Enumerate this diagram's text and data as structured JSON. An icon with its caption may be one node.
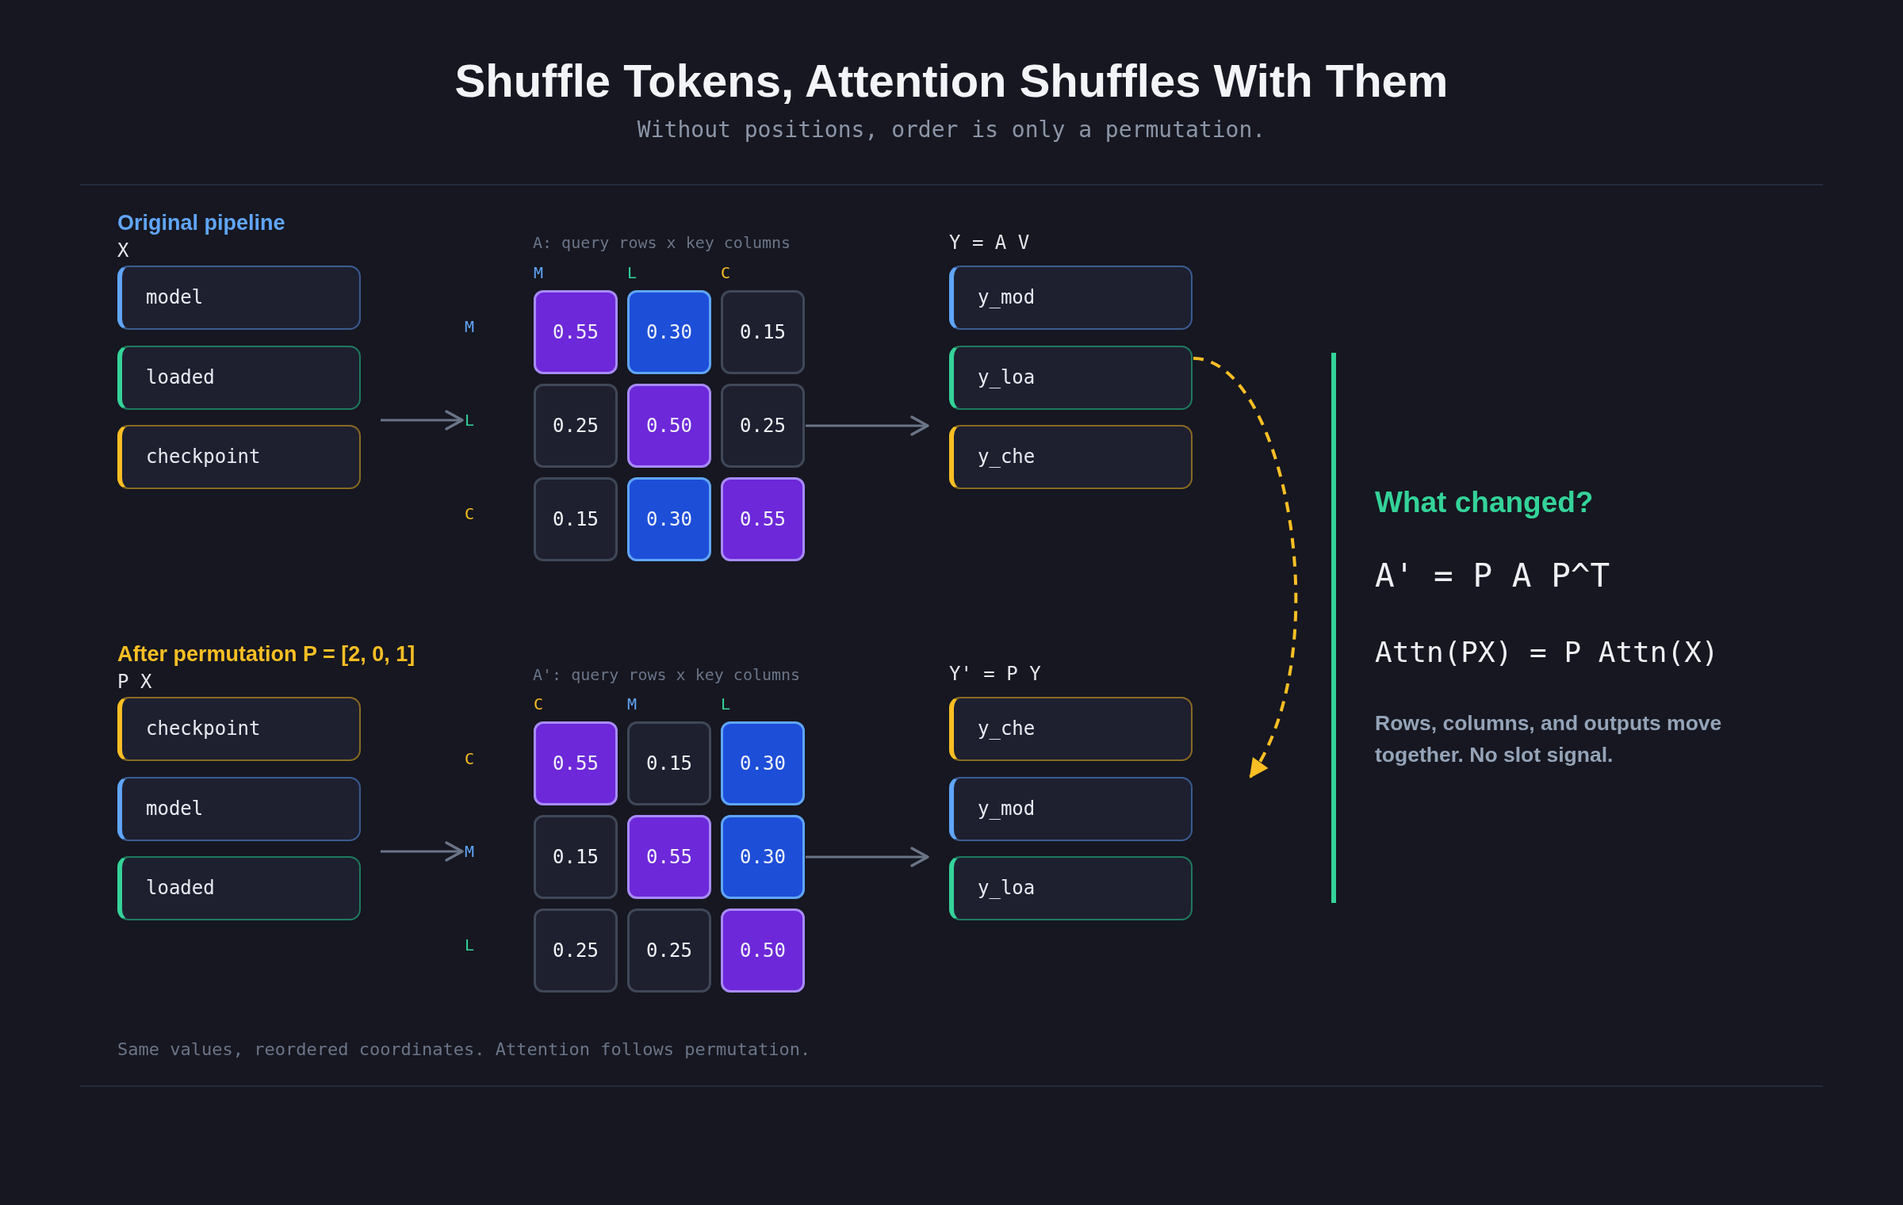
{
  "diagram": {
    "title": "Shuffle Tokens, Attention Shuffles With Them",
    "caption": "Same values, reordered coordinates. Attention follows permutation.",
    "nodes": [
      {
        "text": [
          "model"
        ]
      },
      {
        "text": [
          "loaded"
        ]
      },
      {
        "text": [
          "checkpoint"
        ]
      },
      {
        "text": [
          "L"
        ]
      },
      {
        "text": [
          "0.55"
        ]
      },
      {
        "text": [
          "0.30"
        ]
      },
      {
        "text": [
          "0.15"
        ]
      },
      {
        "text": [
          "0.25"
        ]
      },
      {
        "text": [
          "0.50"
        ]
      },
      {
        "text": [
          "0.25"
        ]
      },
      {
        "text": [
          "0.15"
        ]
      },
      {
        "text": [
          "0.30"
        ]
      },
      {
        "text": [
          "0.55"
        ]
      },
      {
        "text": [
          "y_mod"
        ]
      },
      {
        "text": [
          "y_loa"
        ]
      },
      {
        "text": [
          "y_che"
        ]
      },
      {
        "text": [
          "checkpoint"
        ]
      },
      {
        "text": [
          "model"
        ]
      },
      {
        "text": [
          "loaded"
        ]
      },
      {
        "text": [
          "M"
        ]
      },
      {
        "text": [
          "0.55"
        ]
      },
      {
        "text": [
          "0.15"
        ]
      },
      {
        "text": [
          "0.30"
        ]
      },
      {
        "text": [
          "0.15"
        ]
      },
      {
        "text": [
          "0.55"
        ]
      },
      {
        "text": [
          "0.30"
        ]
      },
      {
        "text": [
          "0.25"
        ]
      },
      {
        "text": [
          "0.25"
        ]
      },
      {
        "text": [
          "0.50"
        ]
      },
      {
        "text": [
          "y_che"
        ]
      },
      {
        "text": [
          "y_mod"
        ]
      },
      {
        "text": [
          "y_loa"
        ]
      }
    ],
    "edges": [
      {
        "from": 1,
        "to": 3,
        "arrow": "to"
      },
      {
        "from": 9,
        "to": 14,
        "arrow": "to"
      },
      {
        "from": 14,
        "to": null,
        "arrow": "to",
        "style": "dashed",
        "color": "#fbbf24"
      },
      {
        "from": 17,
        "to": 19,
        "arrow": "to"
      },
      {
        "from": 25,
        "to": 30,
        "arrow": "to"
      }
    ],
    "labels": [
      "Without positions, order is only a permutation.",
      "Original pipeline",
      "X",
      "A: query rows x key columns",
      "M",
      "L",
      "C",
      "Y = A V",
      "M",
      "C",
      "What changed?",
      "A' = P A P^T",
      "Attn(PX) = P Attn(X)",
      "Rows, columns, and outputs move together. No slot signal.",
      "After permutation P = [2, 0, 1]",
      "P X",
      "A': query rows x key columns",
      "C",
      "M",
      "L",
      "Y' = P Y",
      "C",
      "L"
    ]
  }
}
